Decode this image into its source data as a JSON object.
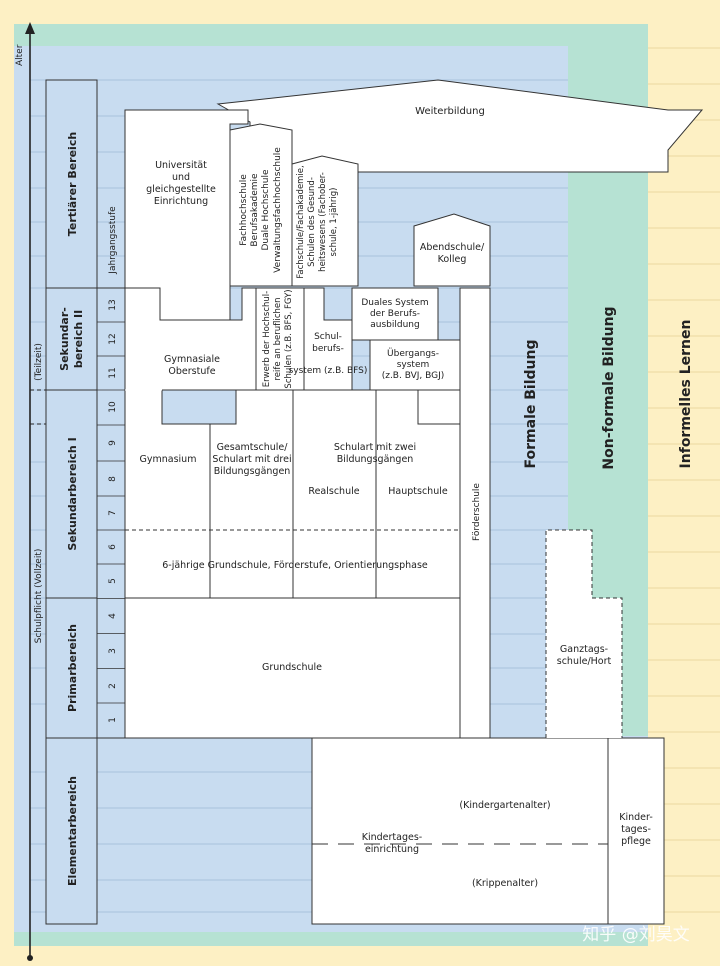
{
  "axis": {
    "label": "Alter"
  },
  "bereiche": {
    "tertiaer": "Tertiärer Bereich",
    "sek2_line1": "Sekundar-",
    "sek2_line2": "bereich II",
    "sek1": "Sekundarbereich I",
    "primar": "Primarbereich",
    "elementar": "Elementarbereich"
  },
  "pflicht": {
    "teilzeit": "(Teilzeit)",
    "vollzeit": "Schulpflicht (Vollzeit)"
  },
  "jahrgang": {
    "header": "Jahrgangsstufe",
    "grades": [
      "1",
      "2",
      "3",
      "4",
      "5",
      "6",
      "7",
      "8",
      "9",
      "10",
      "11",
      "12",
      "13"
    ]
  },
  "zones": {
    "formal": "Formale Bildung",
    "nonformal": "Non-formale Bildung",
    "informal": "Informelles Lernen"
  },
  "blocks": {
    "weiterbildung": "Weiterbildung",
    "universitaet": [
      "Universität",
      "und",
      "gleichgestellte",
      "Einrichtung"
    ],
    "fachhochschule": [
      "Fachhochschule",
      "Berufsakademie",
      "Duale Hochschule",
      "Verwaltungsfachhochschule"
    ],
    "fachschule": [
      "Fachschule/Fachakademie,",
      "Schulen des Gesund-",
      "heitswesens (Fachober-",
      "schule, 1-jährig)"
    ],
    "abendschule": [
      "Abendschule/",
      "Kolleg"
    ],
    "erwerb": [
      "Erwerb der Hochschul-",
      "reife an beruflichen",
      "Schulen (z.B. BFS, FGY)"
    ],
    "schulberuf": [
      "Schul-",
      "berufs-",
      "system (z.B. BFS)"
    ],
    "duales": [
      "Duales System",
      "der Berufs-",
      "ausbildung"
    ],
    "uebergang": [
      "Übergangs-",
      "system",
      "(z.B. BVJ, BGJ)"
    ],
    "gymnasiale": [
      "Gymnasiale",
      "Oberstufe"
    ],
    "gymnasium": "Gymnasium",
    "gesamtschule": [
      "Gesamtschule/",
      "Schulart mit drei",
      "Bildungsgängen"
    ],
    "schulart_zwei": [
      "Schulart mit zwei",
      "Bildungsgängen"
    ],
    "realschule": "Realschule",
    "hauptschule": "Hauptschule",
    "foerderschule": "Förderschule",
    "orientierung": "6-jährige Grundschule, Förderstufe, Orientierungsphase",
    "grundschule": "Grundschule",
    "ganztag": [
      "Ganztags-",
      "schule/Hort"
    ],
    "kindergartenalter": "(Kindergartenalter)",
    "kita": [
      "Kindertages-",
      "einrichtung"
    ],
    "krippenalter": "(Krippenalter)",
    "tagespflege": [
      "Kinder-",
      "tages-",
      "pflege"
    ]
  },
  "watermark": "知乎 @刘昊文",
  "colors": {
    "informal": "#fdf0c4",
    "nonformal": "#b6e2d3",
    "formal": "#c8dcf0",
    "sidebar": "#c8dcf0",
    "block": "#ffffff",
    "line": "#333333"
  }
}
